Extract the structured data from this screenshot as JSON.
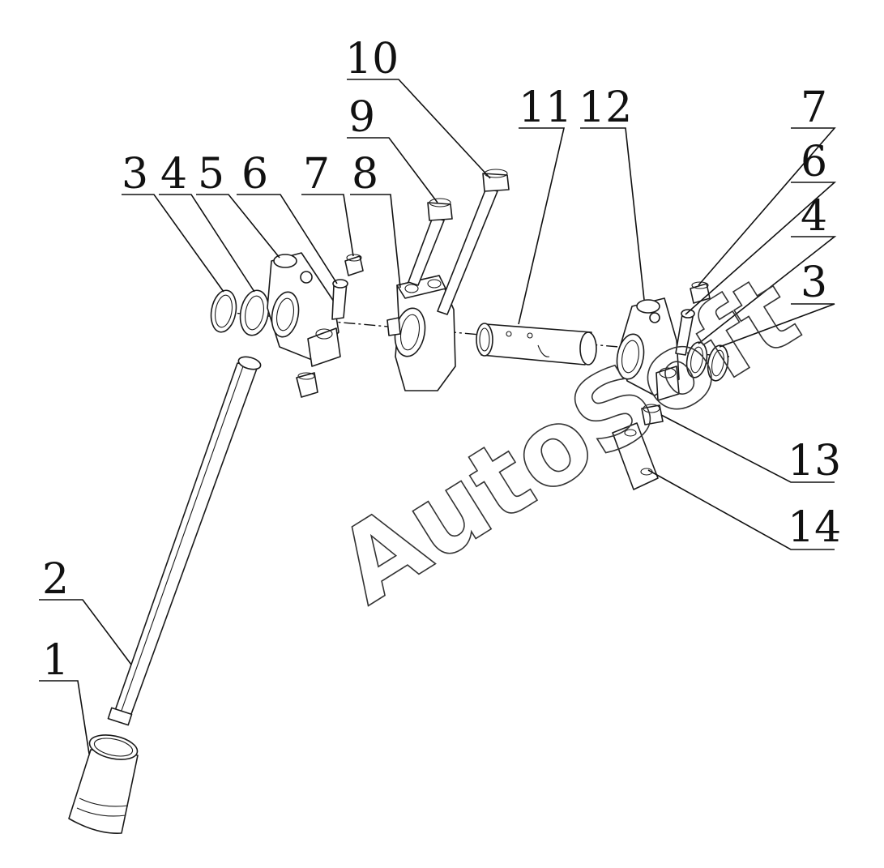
{
  "diagram": {
    "callouts": [
      {
        "id": "c10",
        "label": "10"
      },
      {
        "id": "c9",
        "label": "9"
      },
      {
        "id": "c11",
        "label": "11"
      },
      {
        "id": "c12",
        "label": "12"
      },
      {
        "id": "c7r",
        "label": "7"
      },
      {
        "id": "c3l",
        "label": "3"
      },
      {
        "id": "c4l",
        "label": "4"
      },
      {
        "id": "c5",
        "label": "5"
      },
      {
        "id": "c6l",
        "label": "6"
      },
      {
        "id": "c7l",
        "label": "7"
      },
      {
        "id": "c8",
        "label": "8"
      },
      {
        "id": "c6r",
        "label": "6"
      },
      {
        "id": "c4r",
        "label": "4"
      },
      {
        "id": "c3r",
        "label": "3"
      },
      {
        "id": "c13",
        "label": "13"
      },
      {
        "id": "c14",
        "label": "14"
      },
      {
        "id": "c2",
        "label": "2"
      },
      {
        "id": "c1",
        "label": "1"
      }
    ],
    "watermark": "AutoSoft"
  }
}
